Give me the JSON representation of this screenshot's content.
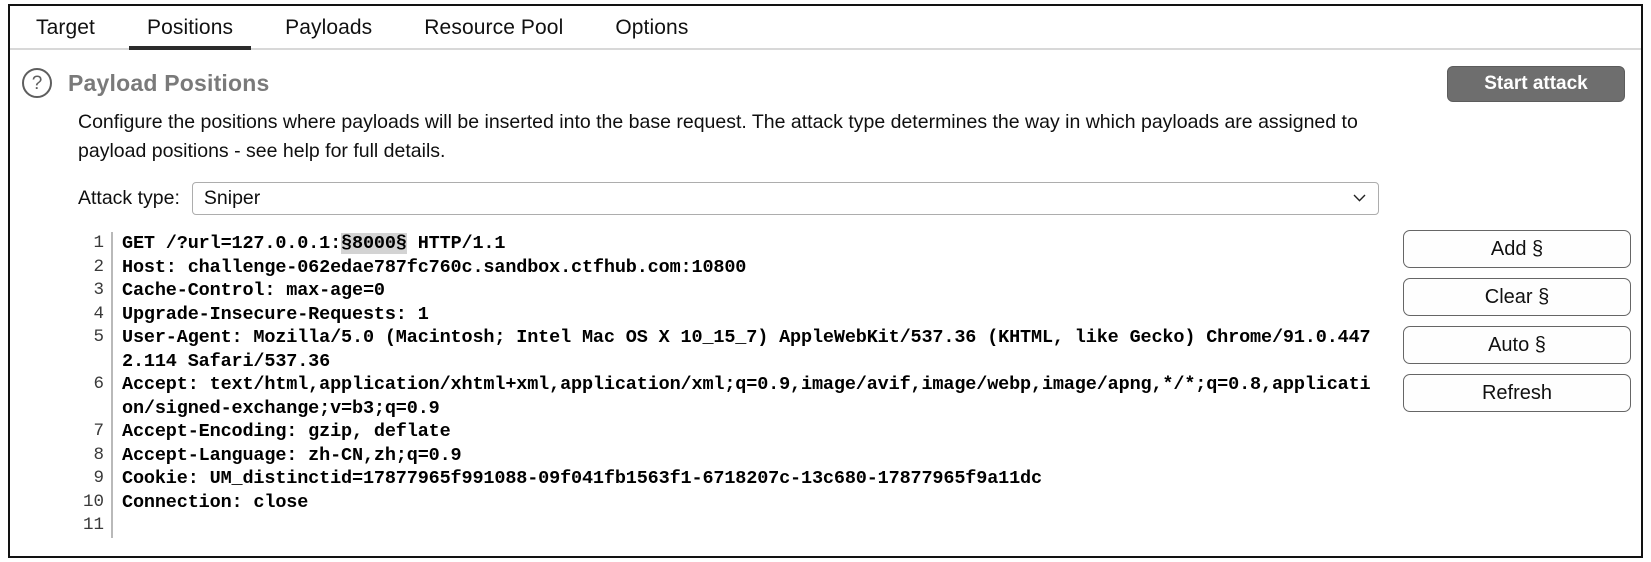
{
  "window": {
    "tabs": [
      {
        "label": "Target",
        "active": false
      },
      {
        "label": "Positions",
        "active": true
      },
      {
        "label": "Payloads",
        "active": false
      },
      {
        "label": "Resource Pool",
        "active": false
      },
      {
        "label": "Options",
        "active": false
      }
    ]
  },
  "header": {
    "help_icon": "?",
    "title": "Payload Positions",
    "start_attack_label": "Start attack",
    "description": "Configure the positions where payloads will be inserted into the base request. The attack type determines the way in which payloads are assigned to payload positions - see help for full details."
  },
  "attack_type": {
    "label": "Attack type:",
    "selected": "Sniper",
    "chevron_icon": "chevron-down-icon"
  },
  "request": {
    "lines": [
      {
        "num": "1",
        "pre": "GET /?url=127.0.0.1:",
        "marker": "§8000§",
        "post": " HTTP/1.1"
      },
      {
        "num": "2",
        "text": "Host: challenge-062edae787fc760c.sandbox.ctfhub.com:10800"
      },
      {
        "num": "3",
        "text": "Cache-Control: max-age=0"
      },
      {
        "num": "4",
        "text": "Upgrade-Insecure-Requests: 1"
      },
      {
        "num": "5",
        "text": "User-Agent: Mozilla/5.0 (Macintosh; Intel Mac OS X 10_15_7) AppleWebKit/537.36 (KHTML, like Gecko) Chrome/91.0.4472.114 Safari/537.36"
      },
      {
        "num": "6",
        "text": "Accept: text/html,application/xhtml+xml,application/xml;q=0.9,image/avif,image/webp,image/apng,*/*;q=0.8,application/signed-exchange;v=b3;q=0.9"
      },
      {
        "num": "7",
        "text": "Accept-Encoding: gzip, deflate"
      },
      {
        "num": "8",
        "text": "Accept-Language: zh-CN,zh;q=0.9"
      },
      {
        "num": "9",
        "text": "Cookie: UM_distinctid=17877965f991088-09f041fb1563f1-6718207c-13c680-17877965f9a11dc"
      },
      {
        "num": "10",
        "text": "Connection: close"
      },
      {
        "num": "11",
        "text": ""
      }
    ]
  },
  "side_buttons": [
    {
      "label": "Add §"
    },
    {
      "label": "Clear §"
    },
    {
      "label": "Auto §"
    },
    {
      "label": "Refresh"
    }
  ]
}
